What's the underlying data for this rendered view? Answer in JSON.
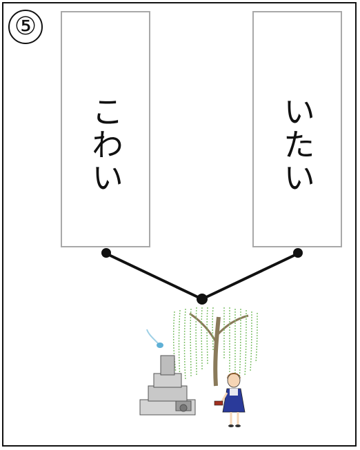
{
  "item_number": "⑤",
  "cards": {
    "left": {
      "text": "こわい"
    },
    "right": {
      "text": "いたい"
    }
  },
  "colors": {
    "line": "#111111",
    "card_border": "#a8a8a8",
    "willow": "#7fc06a",
    "trunk": "#8a7a5a",
    "tomb": "#c8c8c8"
  },
  "icons": [
    "willow-tree-icon",
    "gravestone-icon",
    "spirit-flame-icon",
    "girl-with-flashlight-icon"
  ]
}
